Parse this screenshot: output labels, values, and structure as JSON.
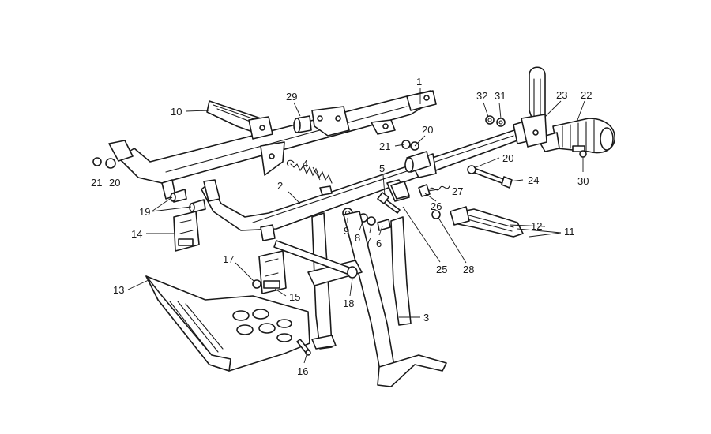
{
  "diagram": {
    "callouts": {
      "c1": "1",
      "c2": "2",
      "c3": "3",
      "c4": "4",
      "c5": "5",
      "c6": "6",
      "c7": "7",
      "c8": "8",
      "c9": "9",
      "c10": "10",
      "c11": "11",
      "c12": "12",
      "c13": "13",
      "c14": "14",
      "c15": "15",
      "c16": "16",
      "c17": "17",
      "c18": "18",
      "c19": "19",
      "c20a": "20",
      "c20b": "20",
      "c20c": "20",
      "c21a": "21",
      "c21b": "21",
      "c22": "22",
      "c23": "23",
      "c24": "24",
      "c25": "25",
      "c26": "26",
      "c27": "27",
      "c28": "28",
      "c29": "29",
      "c30": "30",
      "c31": "31",
      "c32": "32"
    }
  }
}
